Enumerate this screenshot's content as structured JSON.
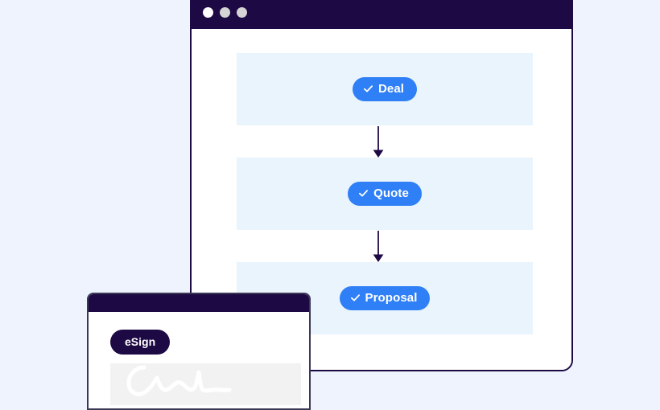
{
  "page": {
    "background_color": "#eef3fe"
  },
  "main_window": {
    "name": "pipeline-window",
    "titlebar": {
      "color": "#1d0943",
      "dots": [
        {
          "name": "traffic-light-dot-close",
          "color": "#ffffff"
        },
        {
          "name": "traffic-light-dot-minimize",
          "color": "#d4d4d4"
        },
        {
          "name": "traffic-light-dot-maximize",
          "color": "#d4d4d4"
        }
      ]
    },
    "border_color": "#1d0943",
    "body_color": "#ffffff",
    "row_background": "#e9f4fd",
    "accent_color": "#2f7ff6",
    "stages": [
      {
        "label": "Deal",
        "icon": "check-icon"
      },
      {
        "label": "Quote",
        "icon": "check-icon"
      },
      {
        "label": "Proposal",
        "icon": "check-icon"
      }
    ],
    "connectors": [
      {
        "name": "arrow-deal-to-quote",
        "icon": "arrow-down-icon",
        "color": "#1d0943"
      },
      {
        "name": "arrow-quote-to-proposal",
        "icon": "arrow-down-icon",
        "color": "#1d0943"
      }
    ]
  },
  "front_window": {
    "name": "esign-window",
    "titlebar": {
      "color": "#1d0943"
    },
    "border_color": "#3b3855",
    "badge": {
      "label": "eSign",
      "color": "#1d0943",
      "text_color": "#ffffff"
    },
    "signature": {
      "name": "signature-field",
      "background": "#f2f2f3",
      "stroke_color": "#ffffff"
    }
  }
}
